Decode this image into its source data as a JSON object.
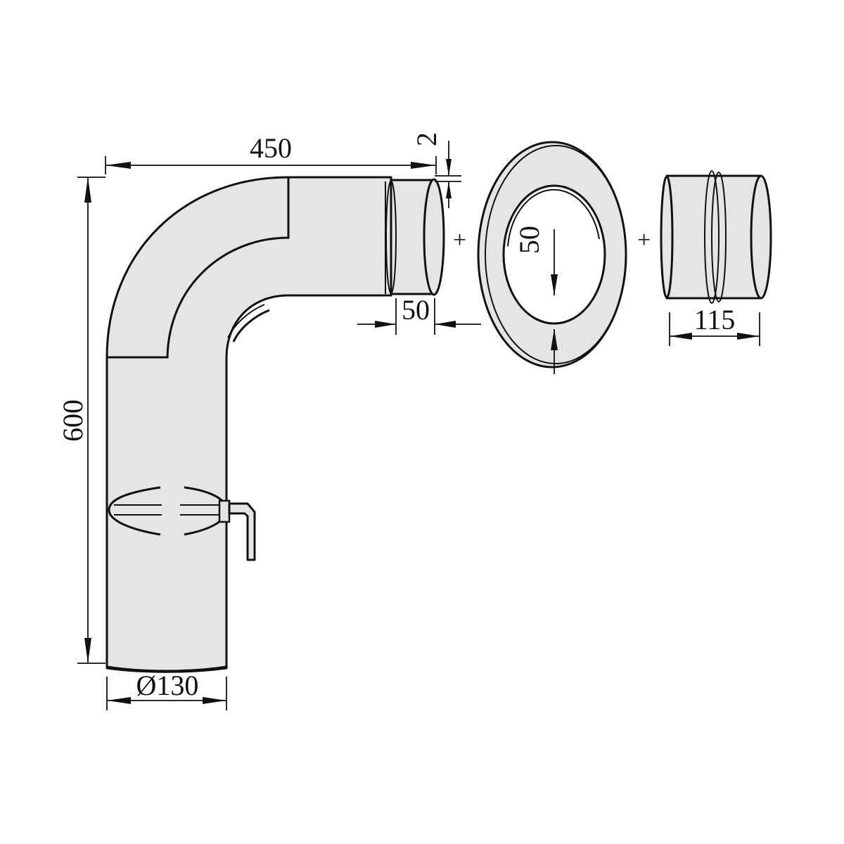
{
  "dimensions": {
    "length_horizontal": "450",
    "height_vertical": "600",
    "wall_thickness": "2",
    "insert_length": "50",
    "diameter": "Ø130",
    "rosette_depth": "50",
    "connector_length": "115"
  },
  "separators": {
    "plus_1": "+",
    "plus_2": "+"
  },
  "colors": {
    "part_fill": "#e5e5e5",
    "line": "#111111",
    "background": "#ffffff"
  }
}
